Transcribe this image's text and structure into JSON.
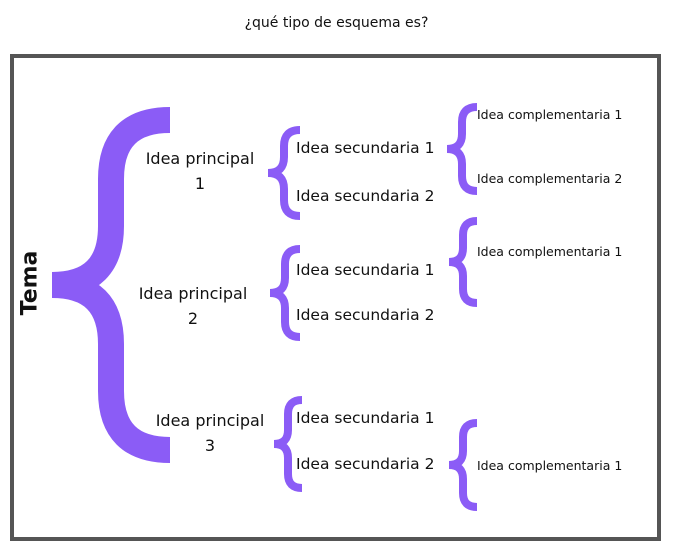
{
  "title": "¿qué tipo de esquema es?",
  "accent": "#8b5cf6",
  "tema": "Tema",
  "principales": [
    {
      "label": "Idea principal",
      "num": "1",
      "secundarias": [
        "Idea secundaria 1",
        "Idea secundaria 2"
      ]
    },
    {
      "label": "Idea principal",
      "num": "2",
      "secundarias": [
        "Idea secundaria 1",
        "Idea secundaria 2"
      ]
    },
    {
      "label": "Idea principal",
      "num": "3",
      "secundarias": [
        "Idea secundaria 1",
        "Idea secundaria 2"
      ]
    }
  ],
  "complementarias": [
    "Idea complementaria 1",
    "Idea complementaria 2",
    "Idea complementaria 1",
    "Idea complementaria 1"
  ]
}
